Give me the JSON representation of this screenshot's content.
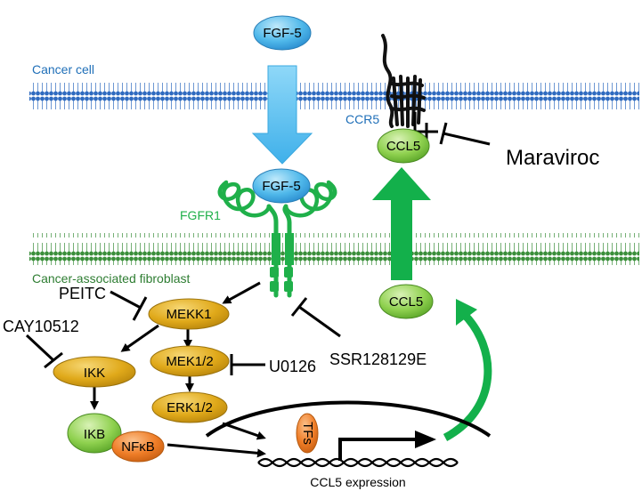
{
  "labels": {
    "cancer_cell": "Cancer cell",
    "caf": "Cancer-associated fibroblast",
    "fgfr1": "FGFR1",
    "ccr5": "CCR5",
    "maraviroc": "Maraviroc",
    "peitc": "PEITC",
    "cay": "CAY10512",
    "ssr": "SSR128129E",
    "u0126": "U0126",
    "ccl5_expression": "CCL5 expression"
  },
  "nodes": {
    "fgf5_top": "FGF-5",
    "fgf5_receptor": "FGF-5",
    "ccl5_upper": "CCL5",
    "ccl5_lower": "CCL5",
    "mekk1": "MEKK1",
    "ikk": "IKK",
    "mek12": "MEK1/2",
    "erk12": "ERK1/2",
    "ikb": "IKB",
    "nfkb": "NFκB",
    "tfs": "TFs"
  },
  "colors": {
    "cancer_membrane": "#1f4e99",
    "cancer_label": "#1f6fb8",
    "caf_membrane": "#2e7d32",
    "caf_label": "#2e7d32",
    "fgfr1": "#1fb04a",
    "fgf_fill": "#4fb8ea",
    "ccl5_fill": "#8fd14f",
    "kinase_fill": "#e0a91a",
    "nfkb_fill": "#ef7d27",
    "tfs_fill": "#ef7d27",
    "big_green_arrow": "#13b04b",
    "blue_arrow": "#5ec4f2"
  }
}
